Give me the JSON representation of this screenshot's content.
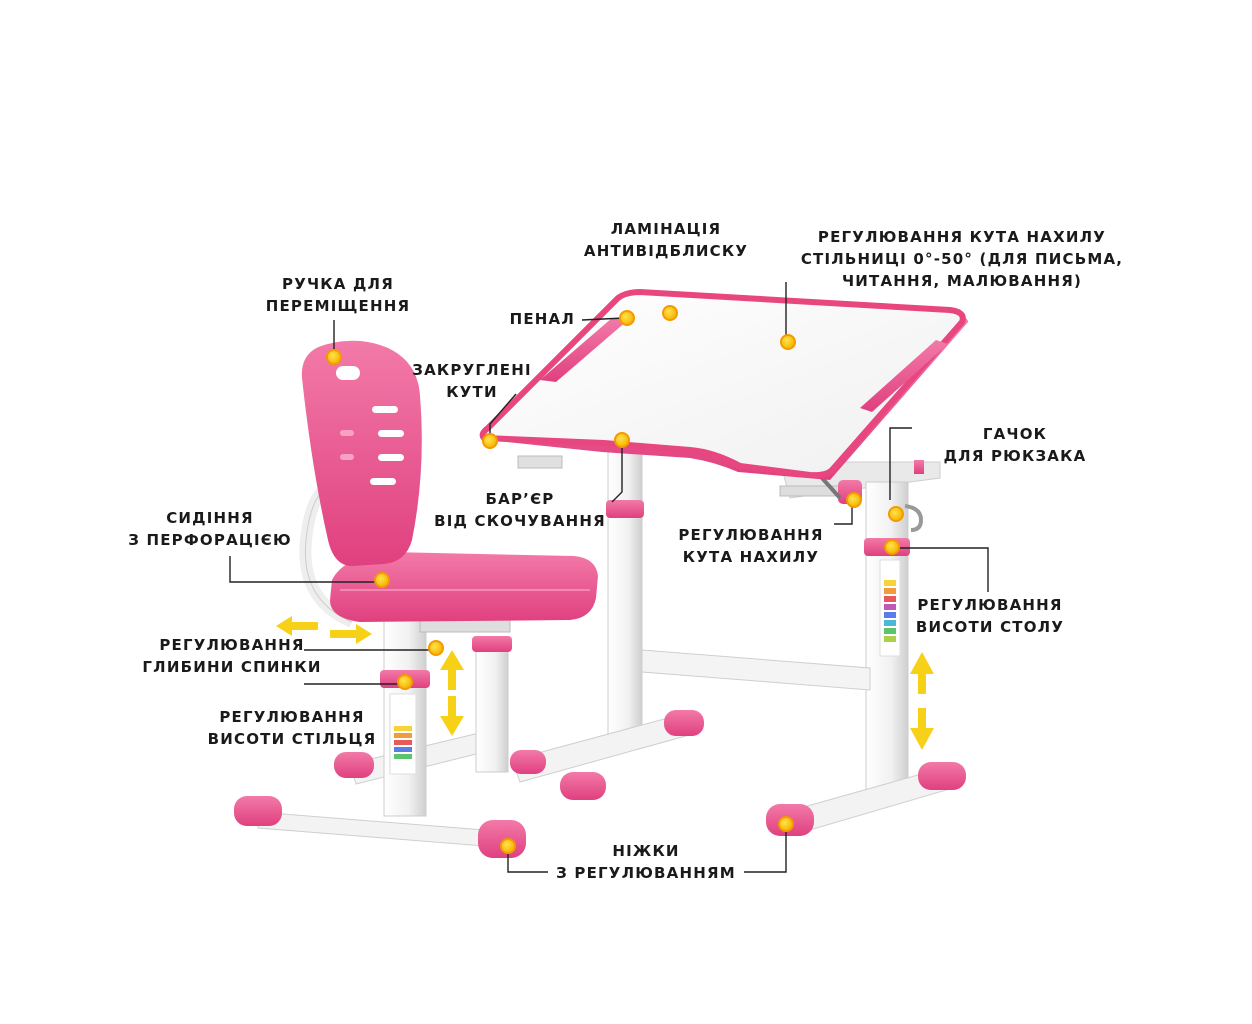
{
  "colors": {
    "pink": "#ea4f8c",
    "pink_dark": "#d93a78",
    "pink_light": "#f6a3c3",
    "white_frame": "#f2f2f2",
    "frame_shadow": "#d9d9d9",
    "marker": "#f7c600",
    "marker_ring": "#f39a00",
    "arrow": "#f7d118",
    "leader": "#222222"
  },
  "callouts": {
    "lamination": {
      "line1": "ЛАМІНАЦІЯ",
      "line2": "АНТИВІДБЛИСКУ"
    },
    "tilt_range": {
      "line1": "РЕГУЛЮВАННЯ КУТА НАХИЛУ",
      "line2": "СТІЛЬНИЦІ 0°-50° (ДЛЯ ПИСЬМА,",
      "line3": "ЧИТАННЯ, МАЛЮВАННЯ)"
    },
    "handle": {
      "line1": "РУЧКА ДЛЯ",
      "line2": "ПЕРЕМІЩЕННЯ"
    },
    "pencil_case": {
      "line1": "ПЕНАЛ"
    },
    "rounded_corners": {
      "line1": "ЗАКРУГЛЕНІ",
      "line2": "КУТИ"
    },
    "hook": {
      "line1": "ГАЧОК",
      "line2": "ДЛЯ РЮКЗАКА"
    },
    "seat": {
      "line1": "СИДІННЯ",
      "line2": "З ПЕРФОРАЦІЄЮ"
    },
    "barrier": {
      "line1": "БАР’ЄР",
      "line2": "ВІД СКОЧУВАННЯ"
    },
    "tilt_adjust": {
      "line1": "РЕГУЛЮВАННЯ",
      "line2": "КУТА НАХИЛУ"
    },
    "table_height": {
      "line1": "РЕГУЛЮВАННЯ",
      "line2": "ВИСОТИ СТОЛУ"
    },
    "back_depth": {
      "line1": "РЕГУЛЮВАННЯ",
      "line2": "ГЛИБИНИ СПИНКИ"
    },
    "chair_height": {
      "line1": "РЕГУЛЮВАННЯ",
      "line2": "ВИСОТИ СТІЛЬЦЯ"
    },
    "feet": {
      "line1": "НІЖКИ",
      "line2": "З РЕГУЛЮВАННЯМ"
    }
  }
}
